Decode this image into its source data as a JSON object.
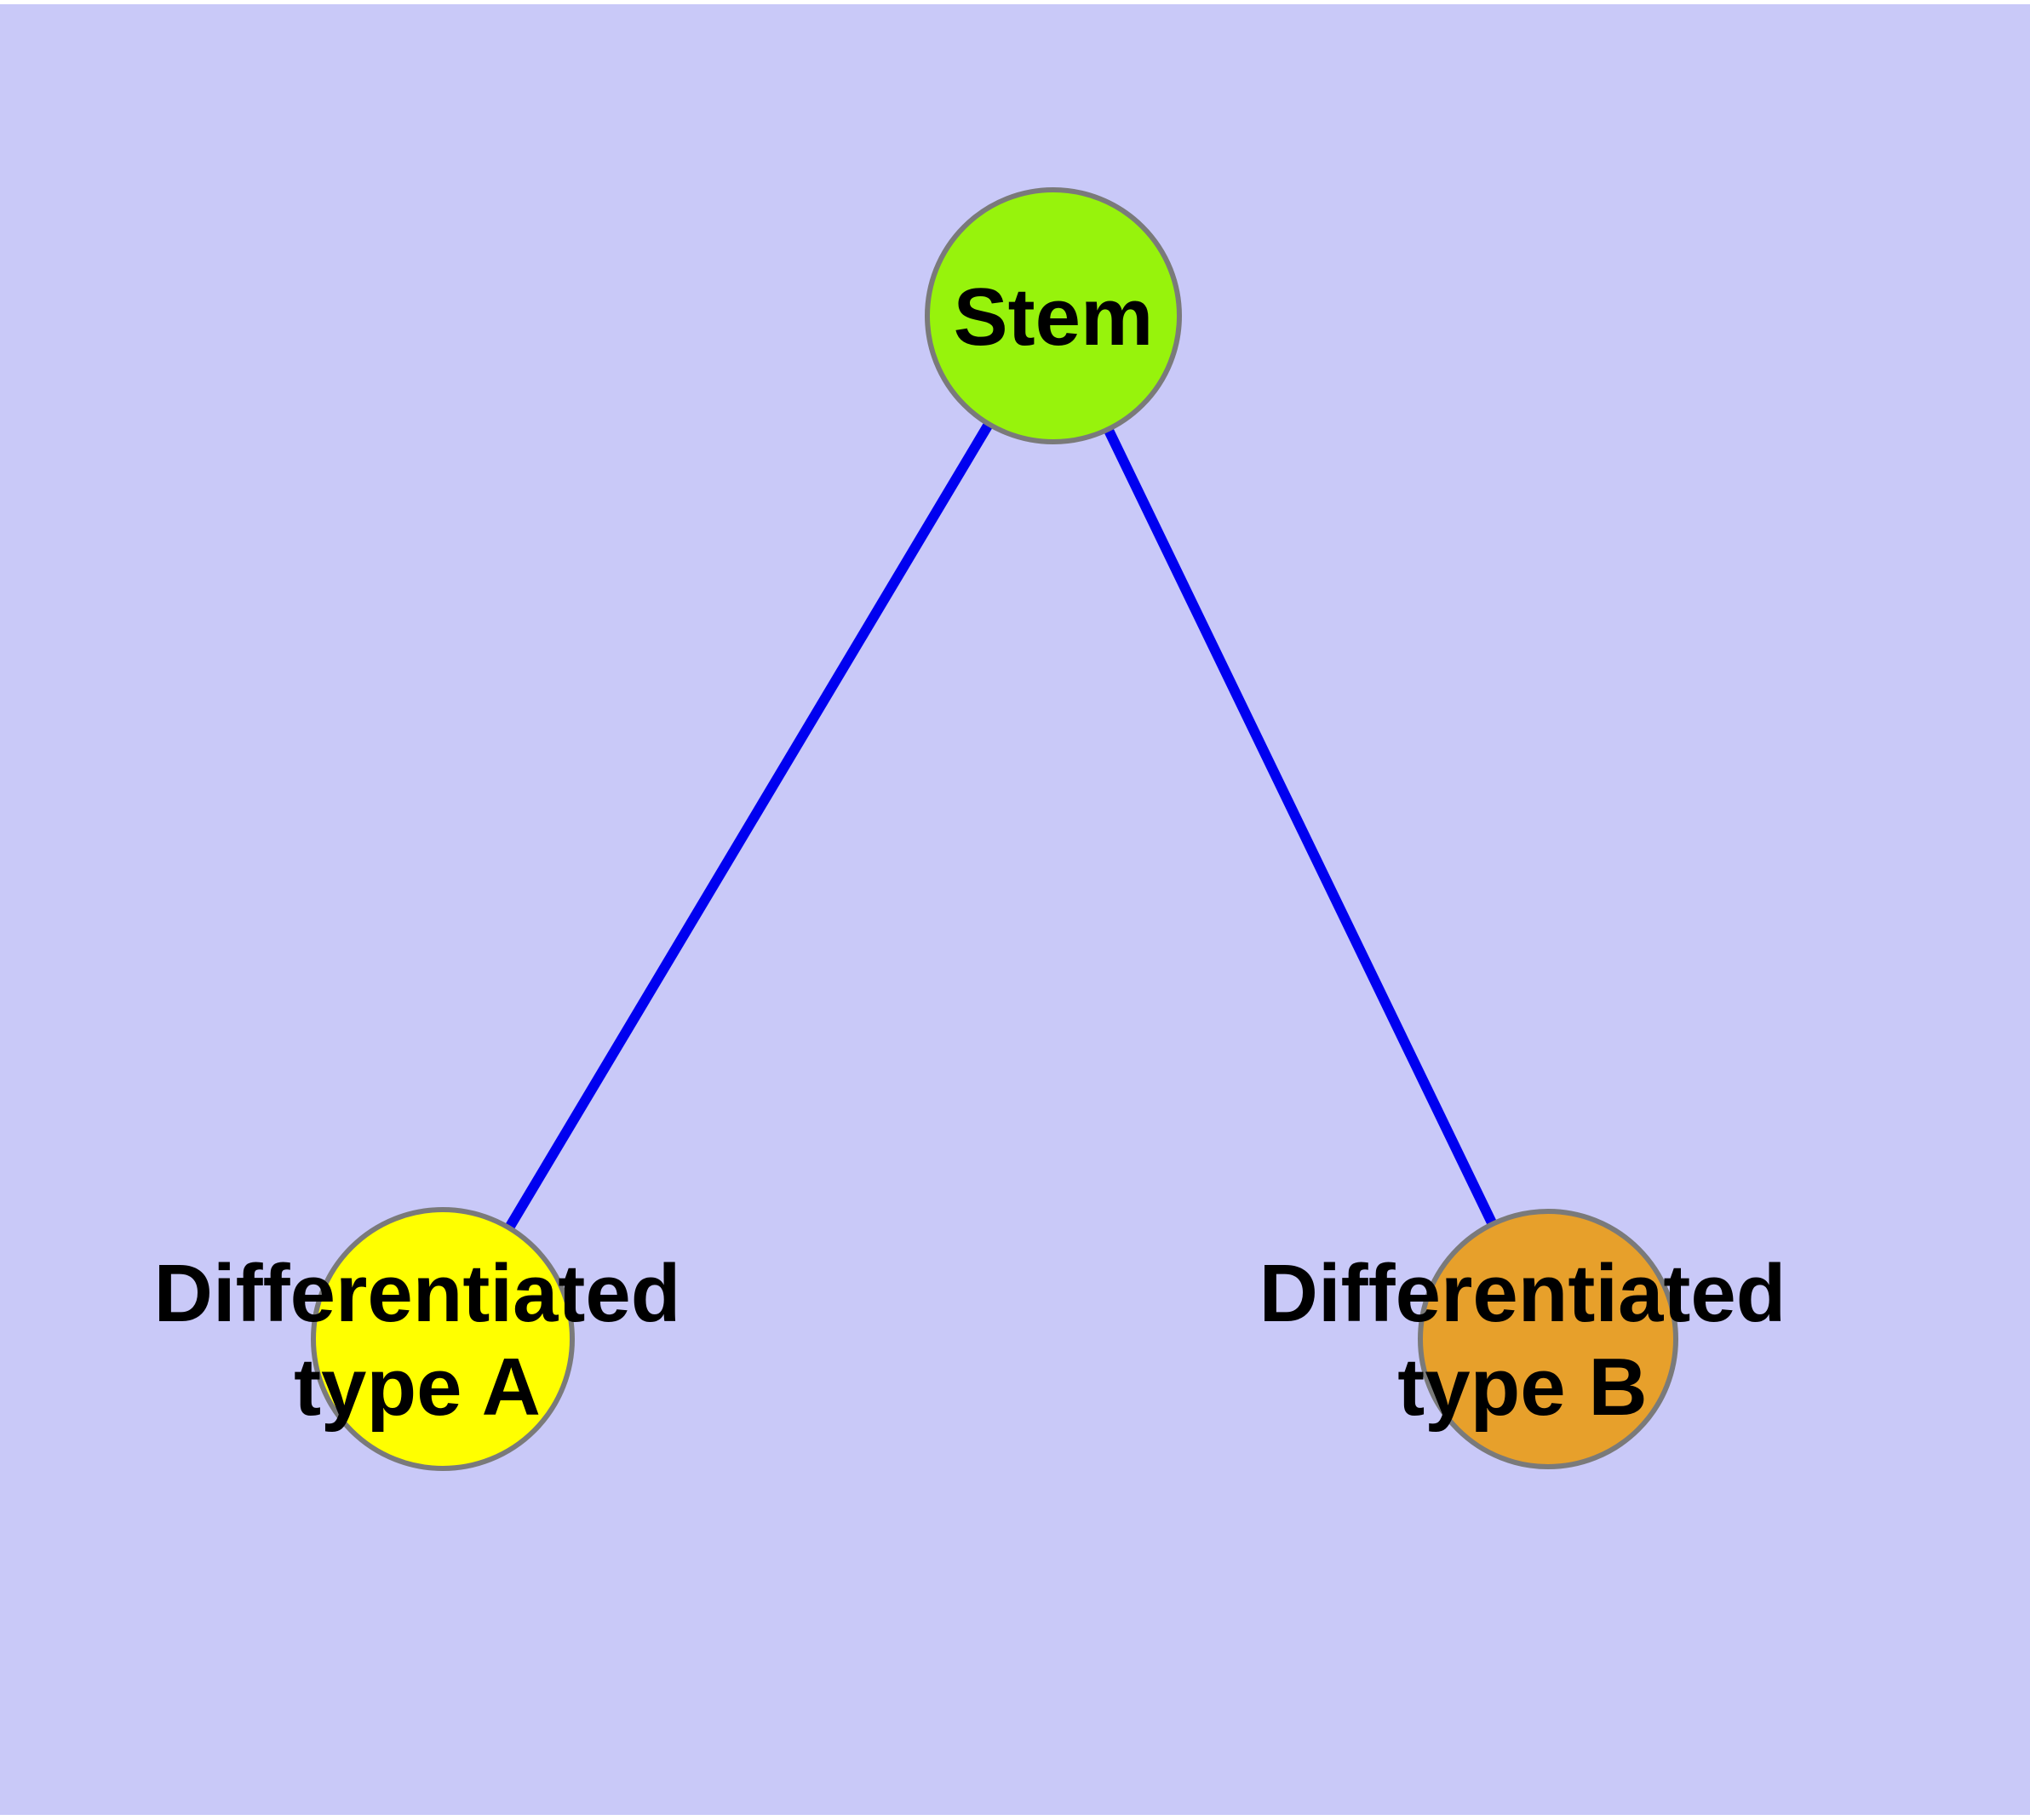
{
  "diagram": {
    "title": "",
    "background_color": "#c9c9f8",
    "margin_color": "#ffffff",
    "edge_color": "#0000f0",
    "node_stroke_color": "#7a7a7a",
    "label_color": "#000000",
    "nodes": {
      "stem": {
        "label": "Stem",
        "color": "#97f30c"
      },
      "type_a": {
        "label_line1": "Differentiated",
        "label_line2": "type A",
        "color": "#ffff00"
      },
      "type_b": {
        "label_line1": "Differentiated",
        "label_line2": "type B",
        "color": "#e7a02b"
      }
    },
    "edges": [
      {
        "from": "Stem",
        "to": "Differentiated type A"
      },
      {
        "from": "Stem",
        "to": "Differentiated type B"
      }
    ]
  }
}
